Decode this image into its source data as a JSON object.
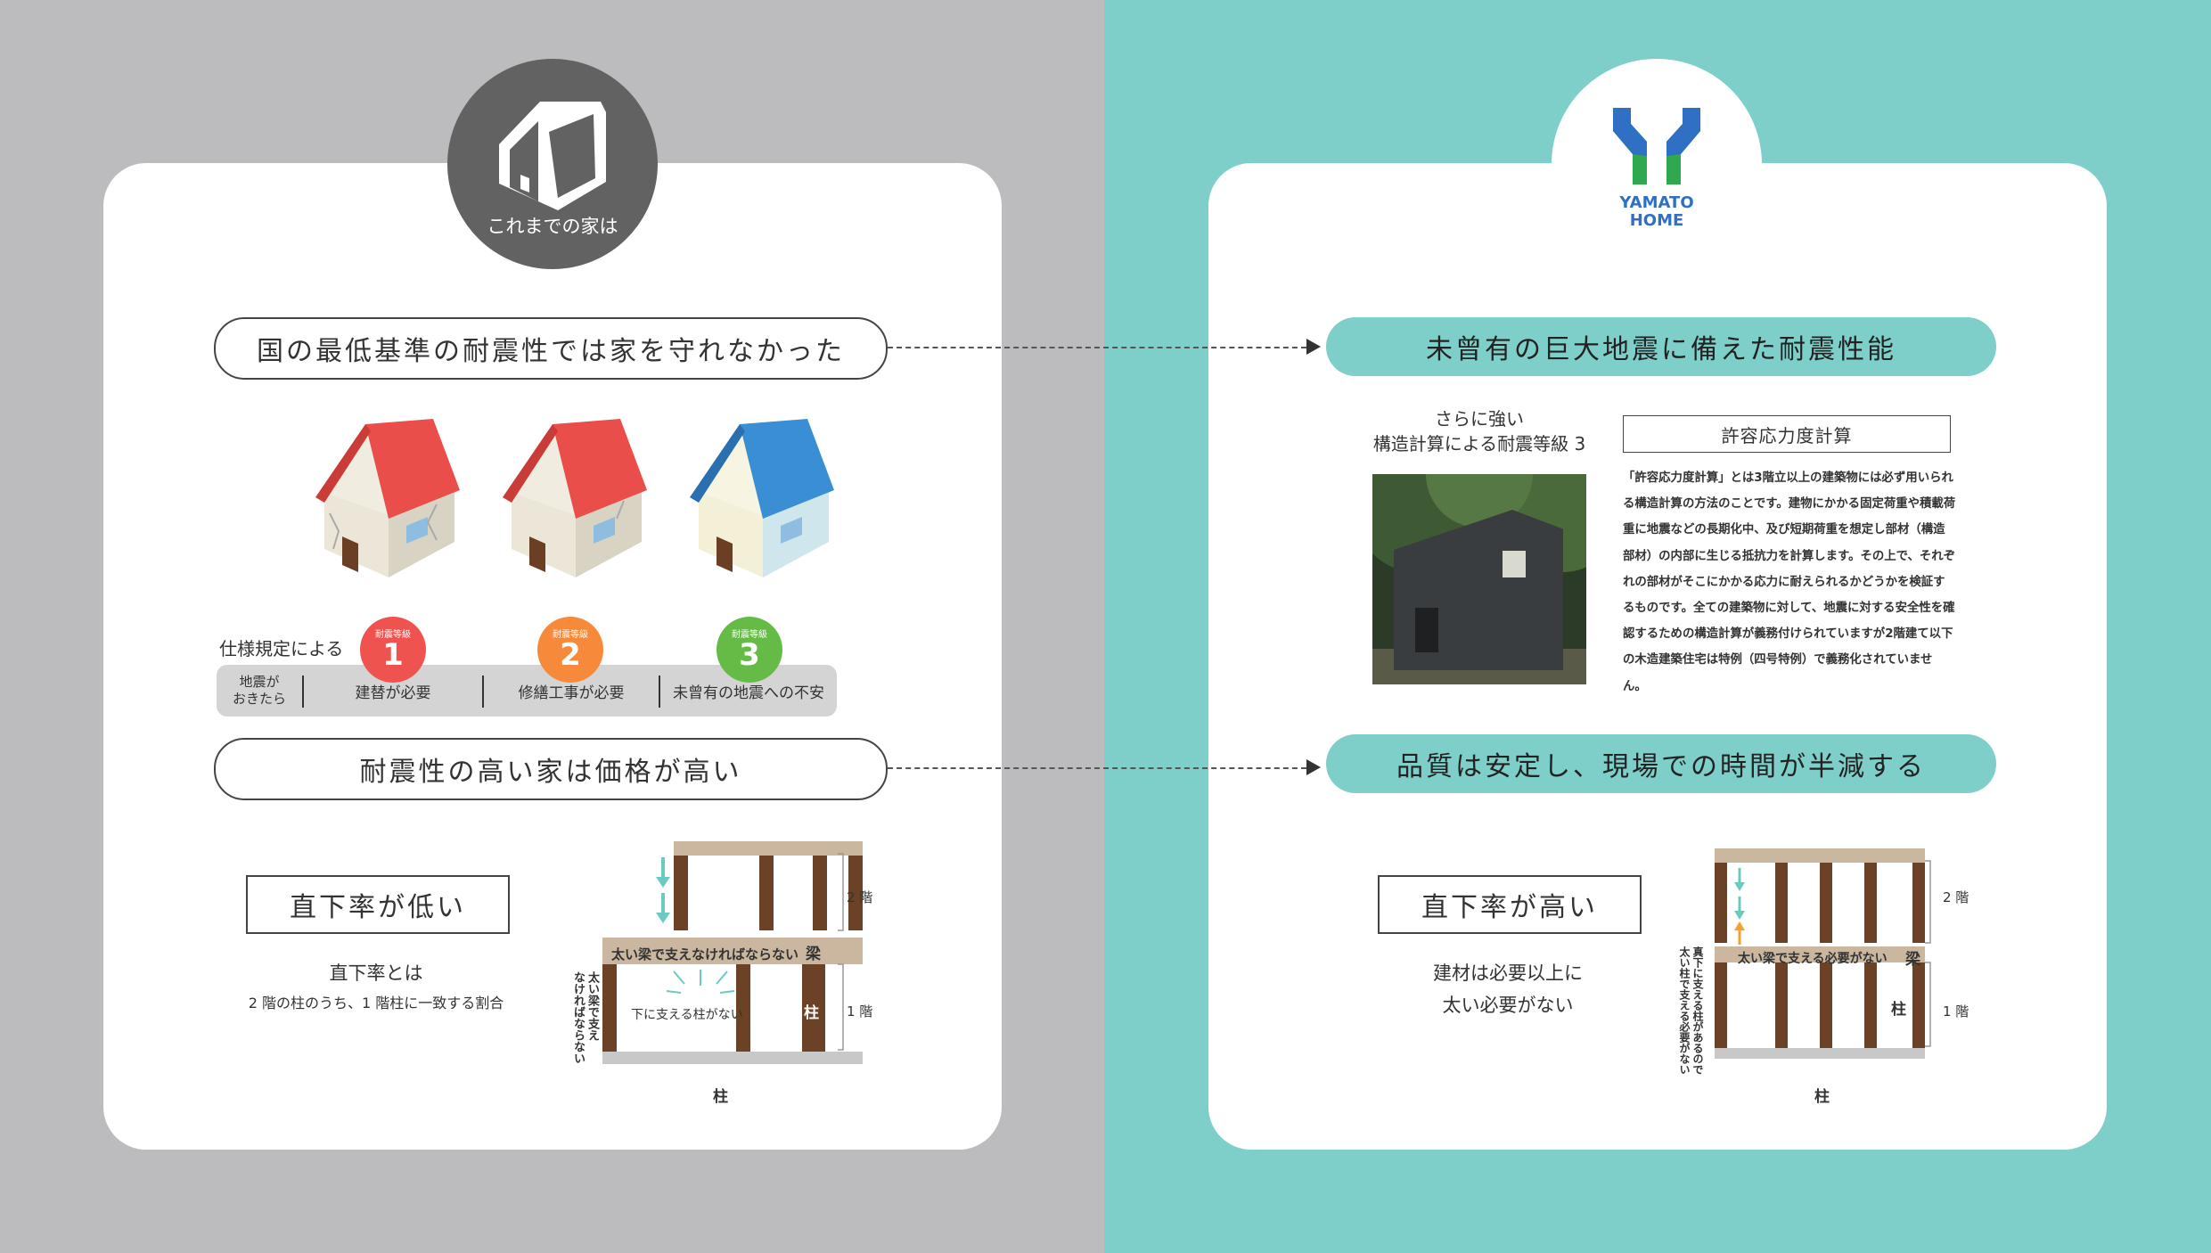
{
  "left": {
    "badge_label": "これまでの家は",
    "heading1": "国の最低基準の耐震性では家を守れなかった",
    "spec_label": "仕様規定による",
    "grades": [
      {
        "label": "耐震等級",
        "number": "1",
        "color": "#ef5350"
      },
      {
        "label": "耐震等級",
        "number": "2",
        "color": "#f7893b"
      },
      {
        "label": "耐震等級",
        "number": "3",
        "color": "#66bb46"
      }
    ],
    "bar_head": "地震が\nおきたら",
    "bar_cells": [
      "建替が必要",
      "修繕工事が必要",
      "未曾有の地震への不安"
    ],
    "heading2": "耐震性の高い家は価格が高い",
    "box_label": "直下率が低い",
    "def_title": "直下率とは",
    "def_text": "2 階の柱のうち、1 階柱に一致する割合",
    "diagram": {
      "beam_text": "太い梁で支えなければならない",
      "beam_tag": "梁",
      "column_tag": "柱",
      "side_note": "太い梁で支え\nなければならない",
      "no_support": "下に支える柱がない",
      "floor2": "2 階",
      "floor1": "1 階",
      "bottom_label": "柱"
    }
  },
  "right": {
    "logo_text": "YAMATO\nHOME",
    "heading1": "未曾有の巨大地震に備えた耐震性能",
    "photo_caption": "さらに強い\n構造計算による耐震等級 3",
    "calc_title": "許容応力度計算",
    "calc_text": "「許容応力度計算」とは3階立以上の建築物には必ず用いられる構造計算の方法のことです。建物にかかる固定荷重や積載荷重に地震などの長期化中、及び短期荷重を想定し部材（構造部材）の内部に生じる抵抗力を計算します。その上で、それぞれの部材がそこにかかる応力に耐えられるかどうかを検証するものです。全ての建築物に対して、地震に対する安全性を確認するための構造計算が義務付けられていますが2階建て以下の木造建築住宅は特例（四号特例）で義務化されていません。",
    "heading2": "品質は安定し、現場での時間が半減する",
    "box_label": "直下率が高い",
    "note": "建材は必要以上に\n太い必要がない",
    "diagram": {
      "beam_text": "太い梁で支える必要がない",
      "beam_tag": "梁",
      "column_tag": "柱",
      "side_note": "真下に支える柱があるので\n太い柱で支える必要がない",
      "floor2": "2 階",
      "floor1": "1 階",
      "bottom_label": "柱"
    }
  },
  "colors": {
    "left_bg": "#bcbcbe",
    "right_bg": "#7ecfc9",
    "column_brown": "#6b4226",
    "beam_tan": "#cbb69f",
    "logo_blue": "#2f6fc4",
    "logo_green": "#2fa84f",
    "arrow_teal": "#6cc9c1",
    "arrow_orange": "#f5a030"
  }
}
